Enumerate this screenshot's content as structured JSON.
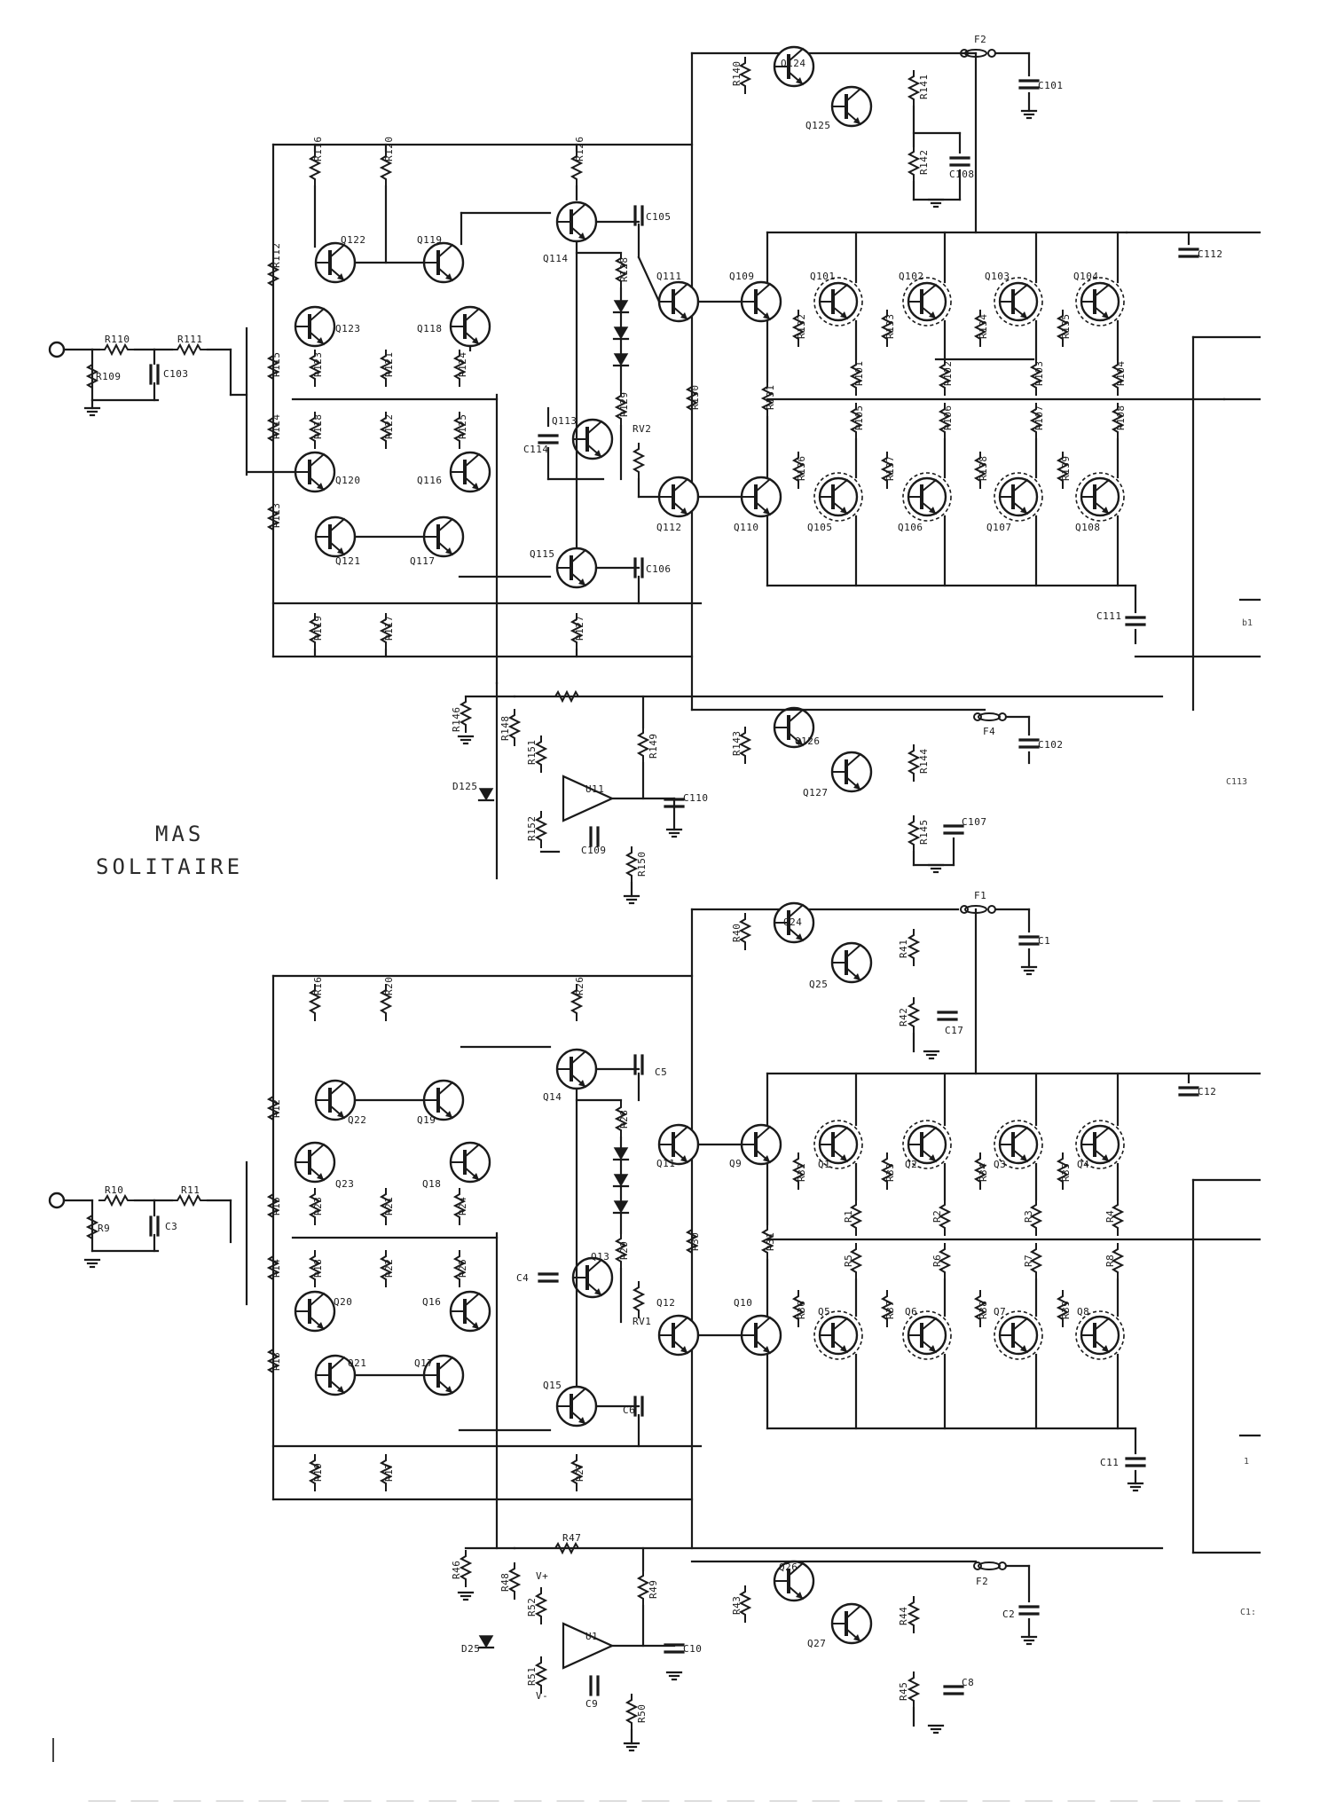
{
  "title": {
    "line1": "MAS",
    "line2": "SOLITAIRE"
  },
  "channel_a": {
    "transistors": [
      "Q101",
      "Q102",
      "Q103",
      "Q104",
      "Q105",
      "Q106",
      "Q107",
      "Q108",
      "Q109",
      "Q110",
      "Q111",
      "Q112",
      "Q113",
      "Q114",
      "Q115",
      "Q116",
      "Q117",
      "Q118",
      "Q119",
      "Q120",
      "Q121",
      "Q122",
      "Q123",
      "Q124",
      "Q125",
      "Q126",
      "Q127"
    ],
    "resistors": [
      "R101",
      "R102",
      "R103",
      "R104",
      "R105",
      "R106",
      "R107",
      "R108",
      "R109",
      "R110",
      "R111",
      "R112",
      "R113",
      "R114",
      "R115",
      "R116",
      "R117",
      "R118",
      "R119",
      "R120",
      "R121",
      "R122",
      "R123",
      "R124",
      "R125",
      "R126",
      "R127",
      "R128",
      "R129",
      "R130",
      "R131",
      "R132",
      "R133",
      "R134",
      "R135",
      "R136",
      "R137",
      "R138",
      "R139",
      "R140",
      "R141",
      "R142",
      "R143",
      "R144",
      "R145",
      "R146",
      "R148",
      "R149",
      "R150",
      "R151",
      "R152"
    ],
    "capacitors": [
      "C101",
      "C102",
      "C103",
      "C105",
      "C106",
      "C107",
      "C108",
      "C109",
      "C110",
      "C111",
      "C112",
      "C114"
    ],
    "fuses": [
      "F2",
      "F4"
    ],
    "misc": [
      "RV2",
      "D125",
      "U11"
    ]
  },
  "channel_b": {
    "transistors": [
      "Q1",
      "Q2",
      "Q3",
      "Q4",
      "Q5",
      "Q6",
      "Q7",
      "Q8",
      "Q9",
      "Q10",
      "Q11",
      "Q12",
      "Q13",
      "Q14",
      "Q15",
      "Q16",
      "Q17",
      "Q18",
      "Q19",
      "Q20",
      "Q21",
      "Q22",
      "Q23",
      "Q24",
      "Q25",
      "Q26",
      "Q27"
    ],
    "resistors": [
      "R1",
      "R2",
      "R3",
      "R4",
      "R5",
      "R6",
      "R7",
      "R8",
      "R9",
      "R10",
      "R11",
      "R12",
      "R13",
      "R14",
      "R15",
      "R16",
      "R17",
      "R18",
      "R19",
      "R20",
      "R21",
      "R22",
      "R23",
      "R24",
      "R25",
      "R26",
      "R27",
      "R28",
      "R29",
      "R30",
      "R31",
      "R32",
      "R33",
      "R34",
      "R35",
      "R36",
      "R37",
      "R38",
      "R39",
      "R40",
      "R41",
      "R42",
      "R43",
      "R44",
      "R45",
      "R46",
      "R47",
      "R48",
      "R49",
      "R50",
      "R51",
      "R52"
    ],
    "capacitors": [
      "C1",
      "C2",
      "C3",
      "C4",
      "C5",
      "C6",
      "C8",
      "C9",
      "C10",
      "C11",
      "C12",
      "C17"
    ],
    "fuses": [
      "F1",
      "F2"
    ],
    "misc": [
      "RV1",
      "D25",
      "U1",
      "V+",
      "V-"
    ]
  },
  "edge_fragments": [
    "C113",
    "C1:",
    "b1",
    "1"
  ]
}
